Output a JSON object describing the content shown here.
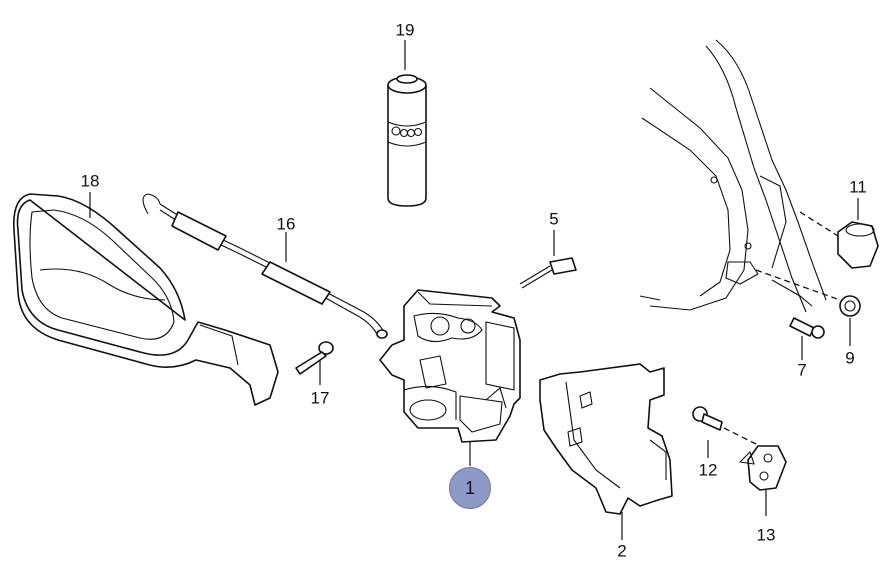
{
  "diagram": {
    "callouts": [
      {
        "id": "1",
        "label": "1"
      },
      {
        "id": "2",
        "label": "2"
      },
      {
        "id": "5",
        "label": "5"
      },
      {
        "id": "7",
        "label": "7"
      },
      {
        "id": "9",
        "label": "9"
      },
      {
        "id": "11",
        "label": "11"
      },
      {
        "id": "12",
        "label": "12"
      },
      {
        "id": "13",
        "label": "13"
      },
      {
        "id": "16",
        "label": "16"
      },
      {
        "id": "17",
        "label": "17"
      },
      {
        "id": "18",
        "label": "18"
      },
      {
        "id": "19",
        "label": "19"
      }
    ],
    "highlighted_callout": "1"
  }
}
